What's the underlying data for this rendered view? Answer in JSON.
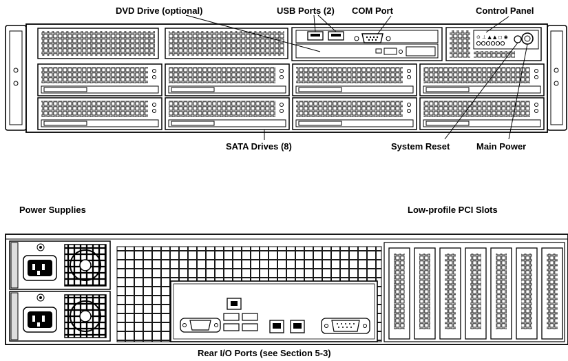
{
  "front_labels": {
    "dvd_drive": "DVD Drive (optional)",
    "usb_ports": "USB Ports (2)",
    "com_port": "COM Port",
    "control_panel": "Control Panel",
    "sata_drives": "SATA Drives (8)",
    "system_reset": "System Reset",
    "main_power": "Main Power"
  },
  "rear_labels": {
    "power_supplies": "Power Supplies",
    "pci_slots": "Low-profile PCI Slots",
    "rear_io": "Rear I/O Ports (see Section 5-3)"
  },
  "colors": {
    "line": "#000000",
    "panel": "#ffffff",
    "shade": "#dddddd"
  }
}
